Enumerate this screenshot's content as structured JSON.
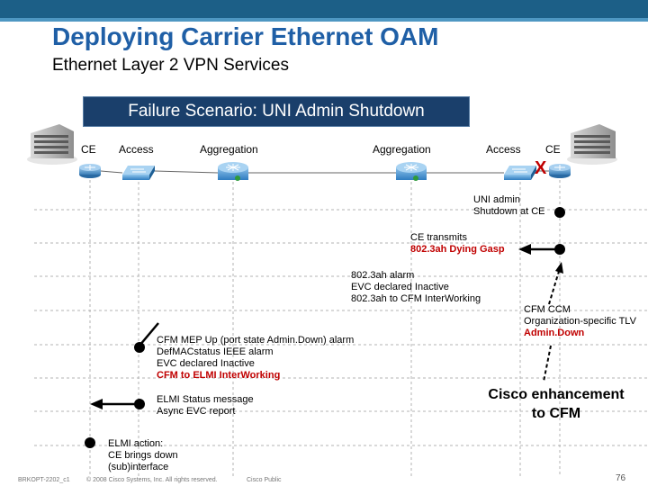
{
  "title": "Deploying Carrier Ethernet OAM",
  "subtitle": "Ethernet Layer 2 VPN Services",
  "scenario": "Failure Scenario: UNI Admin Shutdown",
  "devices": {
    "ce_left": "CE",
    "access_left": "Access",
    "agg_left": "Aggregation",
    "agg_right": "Aggregation",
    "access_right": "Access",
    "ce_right": "CE"
  },
  "failure_mark": "X",
  "notes": {
    "uni_admin": [
      "UNI admin",
      "Shutdown at CE"
    ],
    "ce_transmits": [
      "CE transmits",
      "802.3ah Dying Gasp"
    ],
    "alarm": [
      "802.3ah alarm",
      "EVC declared Inactive",
      "802.3ah to CFM InterWorking"
    ],
    "cfm_ccm": [
      "CFM CCM",
      "Organization-specific TLV",
      "Admin.Down"
    ],
    "cfm_mep": [
      "CFM MEP Up (port state Admin.Down) alarm",
      "DefMACstatus IEEE alarm",
      "EVC declared Inactive",
      "CFM to ELMI InterWorking"
    ],
    "elmi_status": [
      "ELMI Status message",
      "Async EVC report"
    ],
    "elmi_action": [
      "ELMI action:",
      "CE brings down",
      "(sub)interface"
    ]
  },
  "cisco_enhancement": [
    "Cisco enhancement",
    "to CFM"
  ],
  "footer": {
    "session": "BRKOPT-2202_c1",
    "copyright": "© 2008 Cisco Systems, Inc. All rights reserved.",
    "classification": "Cisco Public",
    "page": "76"
  },
  "colors": {
    "title": "#1f5fa6",
    "top_bar": "#1c5f87",
    "scenario_bg": "#1a3f6b",
    "alert_red": "#c00000",
    "router_blue": "#3c7fb8",
    "switch_blue": "#2f7dc0"
  }
}
